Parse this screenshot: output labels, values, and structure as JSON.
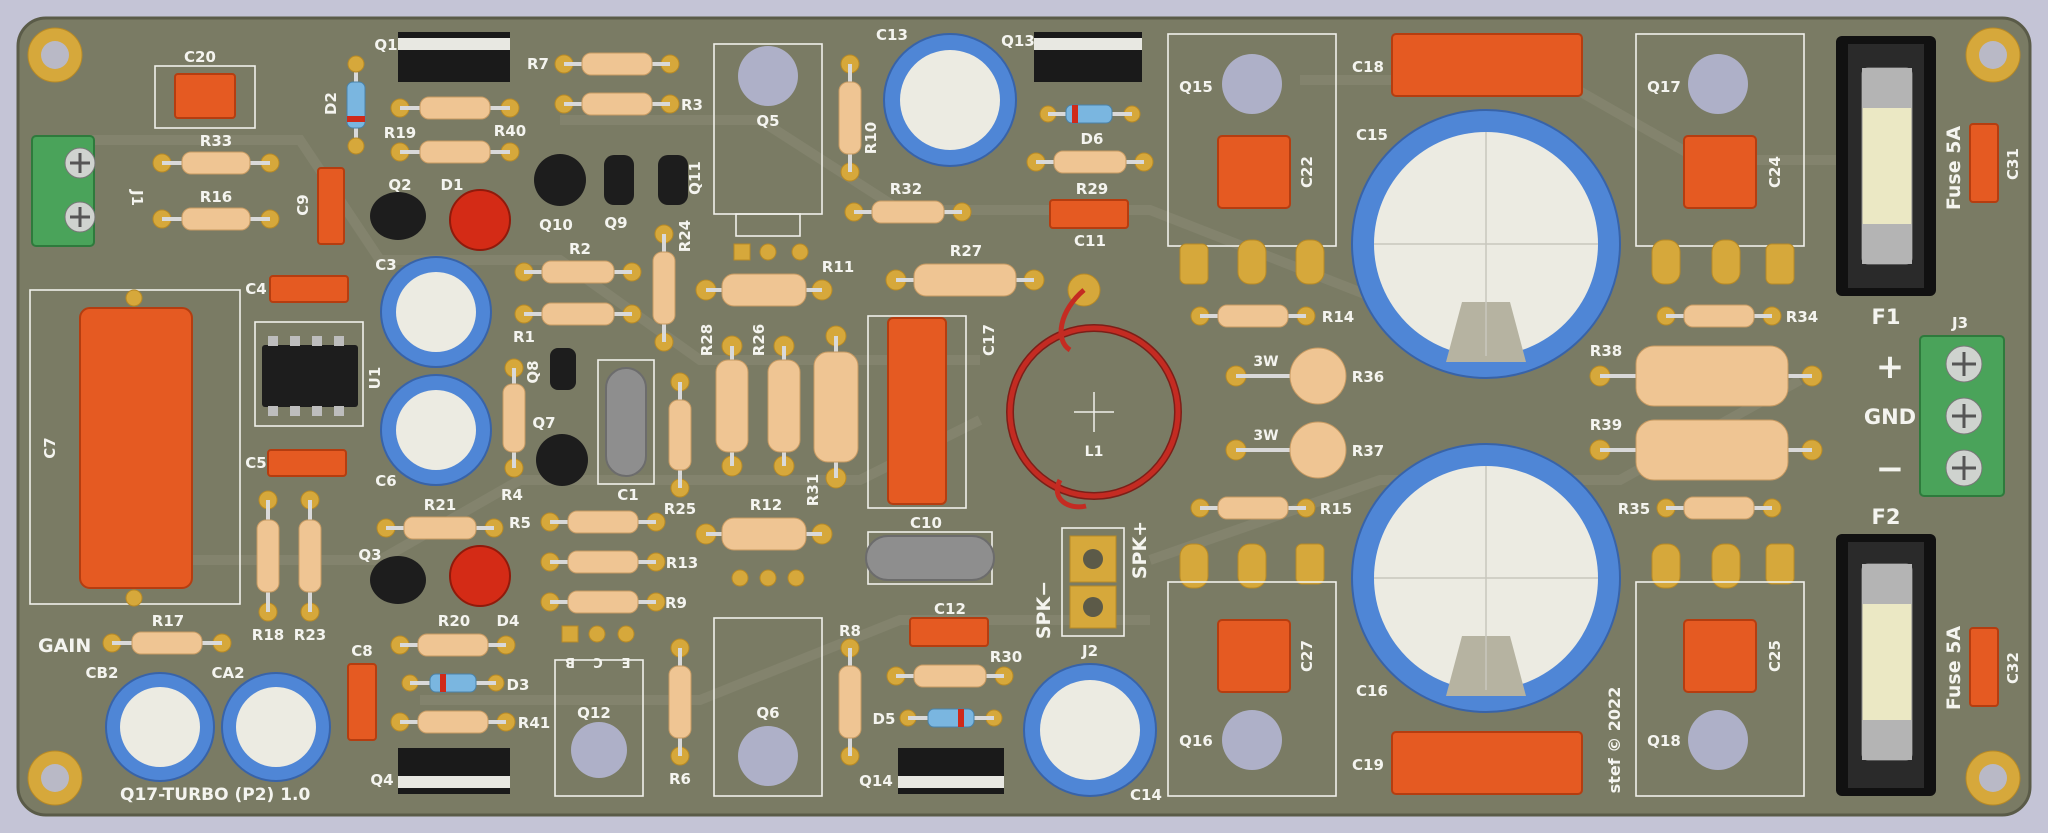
{
  "board": {
    "title": "Q17-TURBO (P2) 1.0",
    "author": "stef © 2022",
    "gain_label": "GAIN",
    "spk_minus": "SPK−",
    "spk_plus": "SPK+",
    "f1": "F1",
    "f2": "F2",
    "fuse1": "Fuse 5A",
    "fuse2": "Fuse 5A",
    "plus": "+",
    "gnd": "GND",
    "minus": "−",
    "w3a": "3W",
    "w3b": "3W",
    "bce": [
      "B",
      "C",
      "E"
    ]
  },
  "refs": {
    "Q1": "Q1",
    "Q2": "Q2",
    "Q3": "Q3",
    "Q4": "Q4",
    "Q5": "Q5",
    "Q6": "Q6",
    "Q7": "Q7",
    "Q8": "Q8",
    "Q9": "Q9",
    "Q10": "Q10",
    "Q11": "Q11",
    "Q12": "Q12",
    "Q13": "Q13",
    "Q14": "Q14",
    "Q15": "Q15",
    "Q16": "Q16",
    "Q17": "Q17",
    "Q18": "Q18",
    "R1": "R1",
    "R2": "R2",
    "R3": "R3",
    "R4": "R4",
    "R5": "R5",
    "R6": "R6",
    "R7": "R7",
    "R8": "R8",
    "R9": "R9",
    "R10": "R10",
    "R11": "R11",
    "R12": "R12",
    "R13": "R13",
    "R14": "R14",
    "R15": "R15",
    "R16": "R16",
    "R17": "R17",
    "R18": "R18",
    "R19": "R19",
    "R20": "R20",
    "R21": "R21",
    "R23": "R23",
    "R24": "R24",
    "R25": "R25",
    "R26": "R26",
    "R27": "R27",
    "R28": "R28",
    "R29": "R29",
    "R30": "R30",
    "R31": "R31",
    "R32": "R32",
    "R33": "R33",
    "R34": "R34",
    "R35": "R35",
    "R36": "R36",
    "R37": "R37",
    "R38": "R38",
    "R39": "R39",
    "R40": "R40",
    "R41": "R41",
    "C1": "C1",
    "C3": "C3",
    "C4": "C4",
    "C5": "C5",
    "C6": "C6",
    "C7": "C7",
    "C8": "C8",
    "C9": "C9",
    "C10": "C10",
    "C11": "C11",
    "C12": "C12",
    "C13": "C13",
    "C14": "C14",
    "C15": "C15",
    "C16": "C16",
    "C17": "C17",
    "C18": "C18",
    "C19": "C19",
    "C20": "C20",
    "C22": "C22",
    "C24": "C24",
    "C25": "C25",
    "C27": "C27",
    "C31": "C31",
    "C32": "C32",
    "CA2": "CA2",
    "CB2": "CB2",
    "D1": "D1",
    "D2": "D2",
    "D3": "D3",
    "D4": "D4",
    "D5": "D5",
    "D6": "D6",
    "U1": "U1",
    "L1": "L1",
    "J1": "J1",
    "J2": "J2",
    "J3": "J3"
  },
  "colors": {
    "board": "#7a7b64",
    "background": "#c4c4d6",
    "copper_pad": "#d6a83b",
    "resistor": "#efc593",
    "smd_cap": "#e55a22",
    "electrolytic": "#4f86d6",
    "terminal": "#4aa35a",
    "silkscreen": "#f4f4ef"
  }
}
